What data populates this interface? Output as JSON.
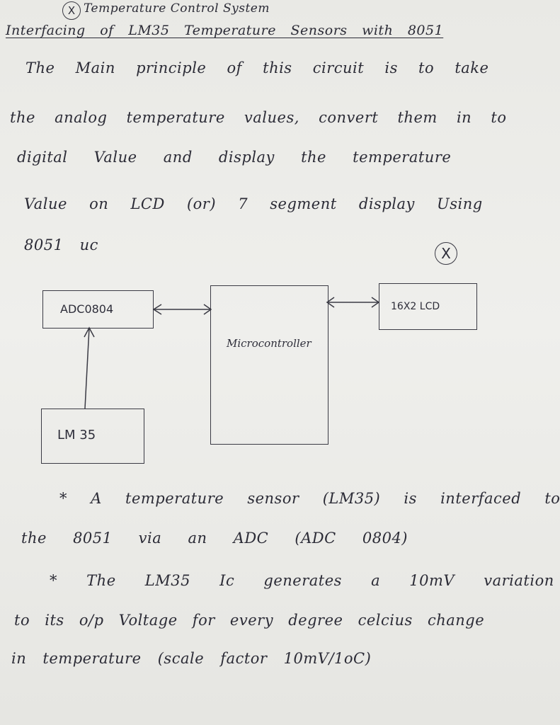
{
  "page": {
    "title_mark": "X",
    "title": "Temperature Control System",
    "heading": "Interfacing of LM35 Temperature Sensors with 8051",
    "lines": [
      "The Main principle of this circuit is to take",
      "the analog temperature values, convert them in to",
      "digital Value and display the temperature",
      "Value on LCD (or) 7 segment display Using",
      "8051 uc"
    ],
    "side_mark": "X"
  },
  "diagram": {
    "adc": "ADC0804",
    "micro": "Microcontroller",
    "lcd": "16X2 LCD",
    "sensor": "LM 35"
  },
  "notes": {
    "bullet1_a": "* A temperature sensor (LM35) is interfaced to",
    "bullet1_b": "the 8051 via an ADC (ADC 0804)",
    "bullet2_a": "* The LM35 Ic generates a 10mV variation",
    "bullet2_b": "to its o/p Voltage for every degree celcius change",
    "bullet2_c": "in temperature (scale factor 10mV/1oC)"
  }
}
